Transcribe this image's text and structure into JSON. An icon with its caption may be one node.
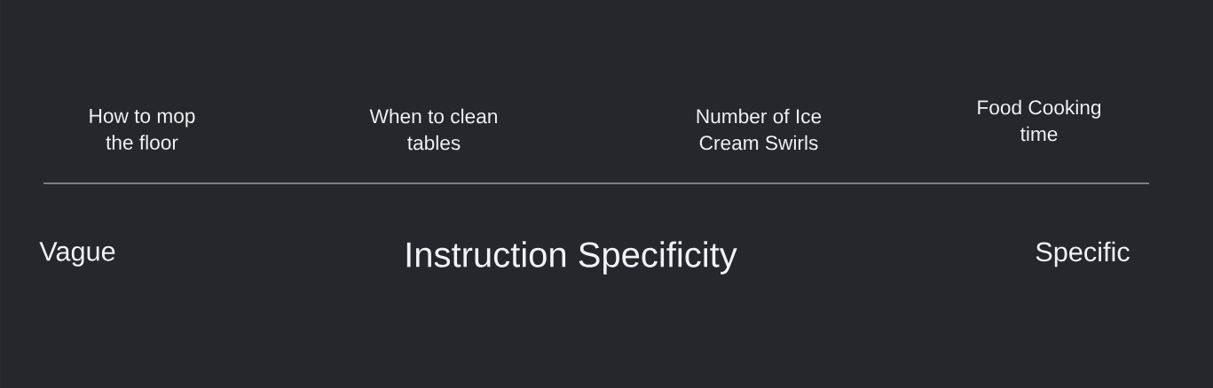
{
  "diagram": {
    "labels": [
      "How to mop the floor",
      "When to clean tables",
      "Number of Ice Cream Swirls",
      "Food Cooking time",
      "Vague",
      "Instruction Specificity",
      "Specific"
    ]
  }
}
